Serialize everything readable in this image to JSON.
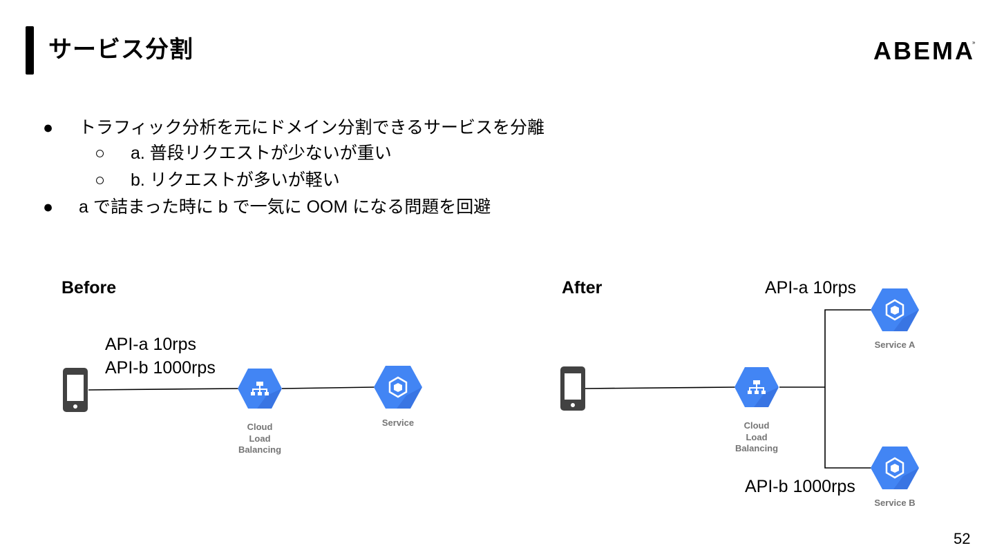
{
  "slide": {
    "title": "サービス分割",
    "logo": "ABEMA",
    "page_number": "52"
  },
  "bullets": [
    {
      "marker": "●",
      "text": "トラフィック分析を元にドメイン分割できるサービスを分離"
    },
    {
      "marker": "○",
      "text": "a. 普段リクエストが少ないが重い"
    },
    {
      "marker": "○",
      "text": "b. リクエストが多いが軽い"
    },
    {
      "marker": "●",
      "text": "a で詰まった時に b で一気に OOM になる問題を回避"
    }
  ],
  "before": {
    "title": "Before",
    "api_a": "API-a 10rps",
    "api_b": "API-b 1000rps",
    "lb_caption": [
      "Cloud",
      "Load",
      "Balancing"
    ],
    "service_caption": "Service",
    "icons": {
      "client": "smartphone-icon",
      "lb": "cloud-load-balancing-icon",
      "service": "compute-service-icon"
    }
  },
  "after": {
    "title": "After",
    "api_a": "API-a 10rps",
    "api_b": "API-b 1000rps",
    "lb_caption": [
      "Cloud",
      "Load",
      "Balancing"
    ],
    "service_a_caption": "Service A",
    "service_b_caption": "Service B",
    "icons": {
      "client": "smartphone-icon",
      "lb": "cloud-load-balancing-icon",
      "service": "compute-service-icon"
    }
  },
  "colors": {
    "hex_blue": "#4285F4",
    "hex_shadow": "#3367D6",
    "caption_gray": "#757575",
    "phone_gray": "#424242"
  }
}
